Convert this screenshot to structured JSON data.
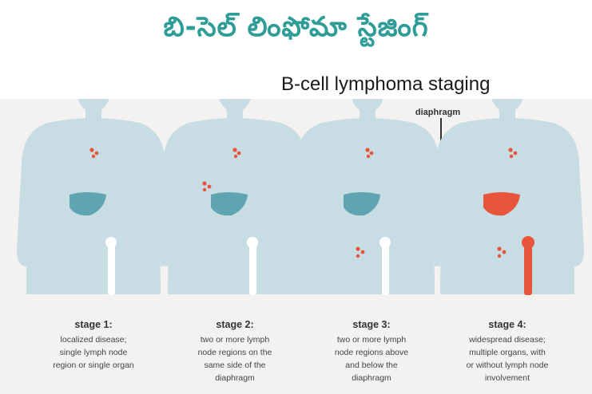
{
  "title_telugu": "బి-సెల్ లింఫోమా స్టేజింగ్",
  "title_english": "B-cell lymphoma staging",
  "diaphragm_label": "diaphragm",
  "colors": {
    "body": "#c8dde3",
    "organ_normal": "#5ea5b1",
    "affected": "#e9553b",
    "bone": "#ffffff",
    "title_accent": "#2e9c97"
  },
  "stages": [
    {
      "title": "stage 1:",
      "desc": [
        "localized disease;",
        "single lymph node",
        "region or single organ"
      ]
    },
    {
      "title": "stage 2:",
      "desc": [
        "two or more lymph",
        "node regions on the",
        "same side of the",
        "diaphragm"
      ]
    },
    {
      "title": "stage 3:",
      "desc": [
        "two or more lymph",
        "node regions above",
        "and below the",
        "diaphragm"
      ]
    },
    {
      "title": "stage 4:",
      "desc": [
        "widespread disease;",
        "multiple organs, with",
        "or without lymph node",
        "involvement"
      ]
    }
  ]
}
